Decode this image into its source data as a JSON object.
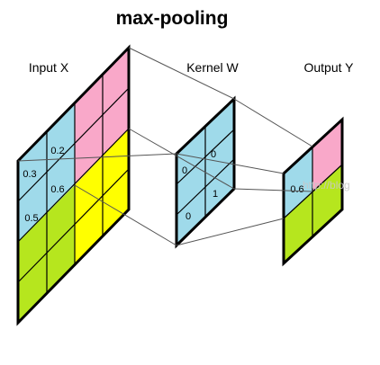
{
  "title": "max-pooling",
  "labels": {
    "input": "Input X",
    "kernel": "Kernel W",
    "output": "Output Y"
  },
  "input_values": {
    "r0c1": "0.2",
    "r1c0": "0.3",
    "r1c1": "0.6",
    "r2c0": "0.5"
  },
  "kernel_values": {
    "r0c0": "0",
    "r0c1": "0",
    "r1c1": "1",
    "r2c0": "0"
  },
  "output_values": {
    "r0c0": "0.6"
  },
  "watermark": "http://blog",
  "colors": {
    "pink": "#f9a8c9",
    "yellow": "#ffff00",
    "blue": "#9fdaea",
    "green": "#b6e61e",
    "line": "#000000",
    "connector": "#666666"
  }
}
